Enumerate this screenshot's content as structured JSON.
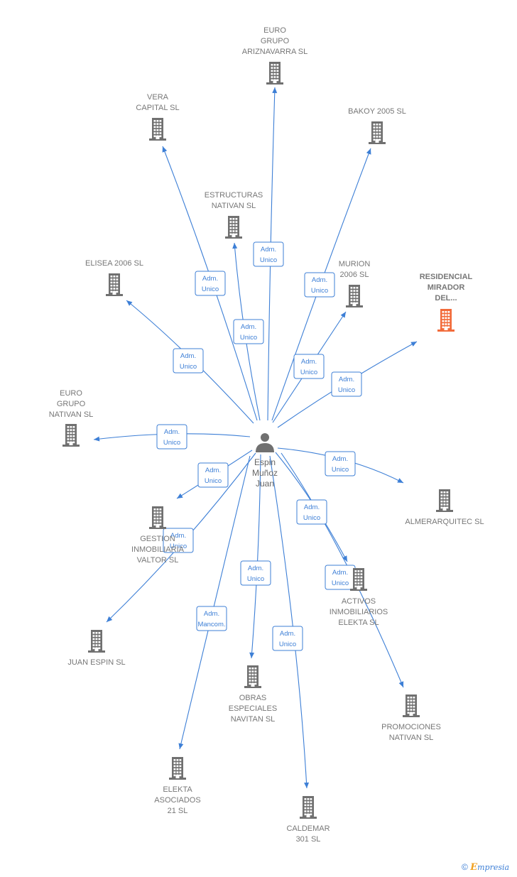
{
  "colors": {
    "edge": "#3d7fd6",
    "building": "#707070",
    "highlight": "#f26b3a",
    "person": "#707070"
  },
  "person": {
    "lines": [
      "Espin",
      "Muñoz",
      "Juan"
    ],
    "icon": "person-icon"
  },
  "companies": [
    {
      "id": "arizna",
      "lines": [
        "EURO",
        "GRUPO",
        "ARIZNAVARRA SL"
      ],
      "icon": "building-icon"
    },
    {
      "id": "vera",
      "lines": [
        "VERA",
        "CAPITAL SL"
      ],
      "icon": "building-icon"
    },
    {
      "id": "bakoy",
      "lines": [
        "BAKOY 2005 SL"
      ],
      "icon": "building-icon"
    },
    {
      "id": "estruct",
      "lines": [
        "ESTRUCTURAS",
        "NATIVAN SL"
      ],
      "icon": "building-icon"
    },
    {
      "id": "elisea",
      "lines": [
        "ELISEA 2006 SL"
      ],
      "icon": "building-icon"
    },
    {
      "id": "murion",
      "lines": [
        "MURION",
        "2006 SL"
      ],
      "icon": "building-icon"
    },
    {
      "id": "resid",
      "lines": [
        "RESIDENCIAL",
        "MIRADOR",
        "DEL..."
      ],
      "icon": "building-icon",
      "highlight": true
    },
    {
      "id": "eurogn",
      "lines": [
        "EURO",
        "GRUPO",
        "NATIVAN SL"
      ],
      "icon": "building-icon"
    },
    {
      "id": "almer",
      "lines": [
        "ALMERARQUITEC SL"
      ],
      "icon": "building-icon"
    },
    {
      "id": "gestion",
      "lines": [
        "GESTION",
        "INMOBILIARIA",
        "VALTOR SL"
      ],
      "icon": "building-icon"
    },
    {
      "id": "activos",
      "lines": [
        "ACTIVOS",
        "INMOBILIARIOS",
        "ELEKTA SL"
      ],
      "icon": "building-icon"
    },
    {
      "id": "juanespin",
      "lines": [
        "JUAN ESPIN SL"
      ],
      "icon": "building-icon"
    },
    {
      "id": "obras",
      "lines": [
        "OBRAS",
        "ESPECIALES",
        "NAVITAN SL"
      ],
      "icon": "building-icon"
    },
    {
      "id": "promo",
      "lines": [
        "PROMOCIONES",
        "NATIVAN SL"
      ],
      "icon": "building-icon"
    },
    {
      "id": "elekta21",
      "lines": [
        "ELEKTA",
        "ASOCIADOS",
        "21 SL"
      ],
      "icon": "building-icon"
    },
    {
      "id": "caldemar",
      "lines": [
        "CALDEMAR",
        "301 SL"
      ],
      "icon": "building-icon"
    }
  ],
  "relations": [
    {
      "to": "arizna",
      "label": [
        "Adm.",
        "Unico"
      ]
    },
    {
      "to": "vera",
      "label": [
        "Adm.",
        "Unico"
      ]
    },
    {
      "to": "bakoy",
      "label": [
        "Adm.",
        "Unico"
      ]
    },
    {
      "to": "estruct",
      "label": [
        "Adm.",
        "Unico"
      ]
    },
    {
      "to": "elisea",
      "label": [
        "Adm.",
        "Unico"
      ]
    },
    {
      "to": "murion",
      "label": [
        "Adm.",
        "Unico"
      ]
    },
    {
      "to": "resid",
      "label": [
        "Adm.",
        "Unico"
      ]
    },
    {
      "to": "eurogn",
      "label": [
        "Adm.",
        "Unico"
      ]
    },
    {
      "to": "almer",
      "label": [
        "Adm.",
        "Unico"
      ]
    },
    {
      "to": "gestion",
      "label": [
        "Adm.",
        "Unico"
      ]
    },
    {
      "to": "activos",
      "label": [
        "Adm.",
        "Unico"
      ]
    },
    {
      "to": "juanespin",
      "label": [
        "Adm.",
        "Unico"
      ]
    },
    {
      "to": "obras",
      "label": [
        "Adm.",
        "Unico"
      ]
    },
    {
      "to": "promo",
      "label": [
        "Adm.",
        "Unico"
      ]
    },
    {
      "to": "elekta21",
      "label": [
        "Adm.",
        "Mancom."
      ]
    },
    {
      "to": "caldemar",
      "label": [
        "Adm.",
        "Unico"
      ]
    }
  ],
  "footer": {
    "copyright": "©",
    "brand_initial": "E",
    "brand_rest": "mpresia"
  }
}
